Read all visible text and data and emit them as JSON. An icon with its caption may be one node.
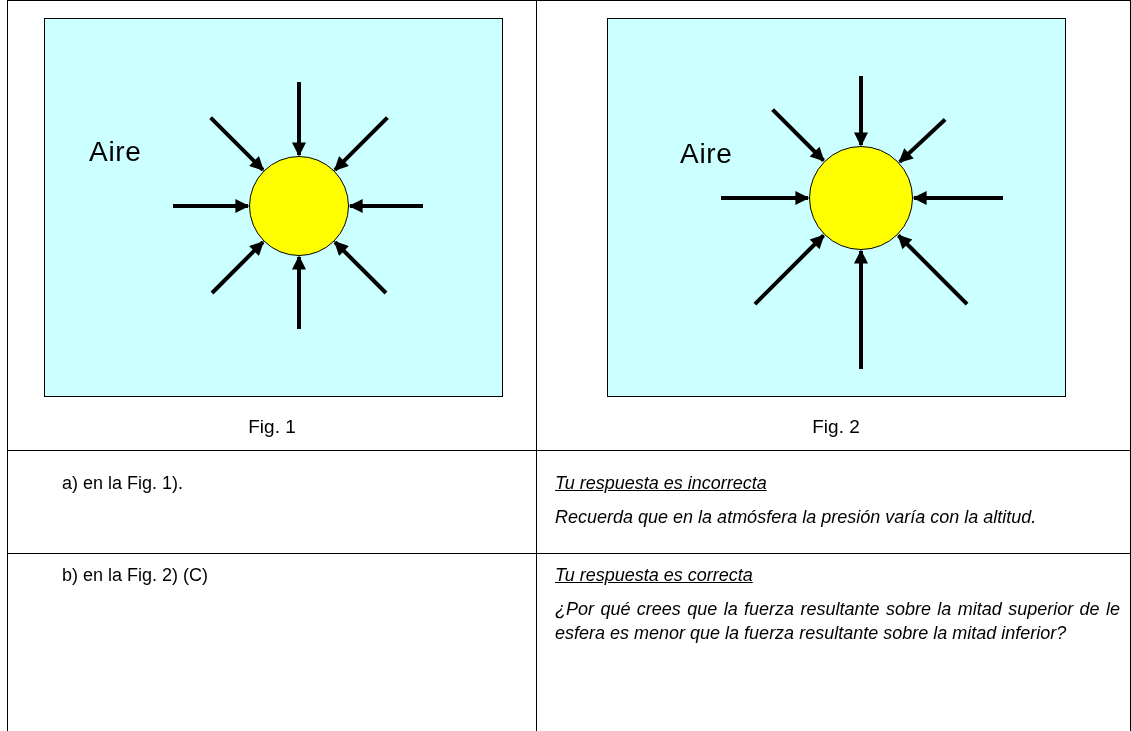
{
  "diagram": {
    "nodes": [
      {
        "text": [
          "Aire"
        ],
        "beside": [
          "Fig. 1"
        ]
      },
      {
        "text": [],
        "shape": "circle",
        "in": 0
      },
      {
        "text": [
          "Aire"
        ],
        "beside": [
          "Fig. 2"
        ]
      },
      {
        "text": [],
        "shape": "circle",
        "in": 2
      }
    ],
    "labels": [
      "a) en la Fig. 1).",
      "Tu respuesta es incorrecta",
      "Recuerda que en la atmósfera la presión varía con la altitud.",
      "b) en la Fig. 2) (C)",
      "Tu respuesta es correcta",
      "¿Por qué crees que la fuerza resultante  sobre la mitad superior de le esfera es menor que la fuerza resultante sobre la mitad inferior?"
    ]
  }
}
